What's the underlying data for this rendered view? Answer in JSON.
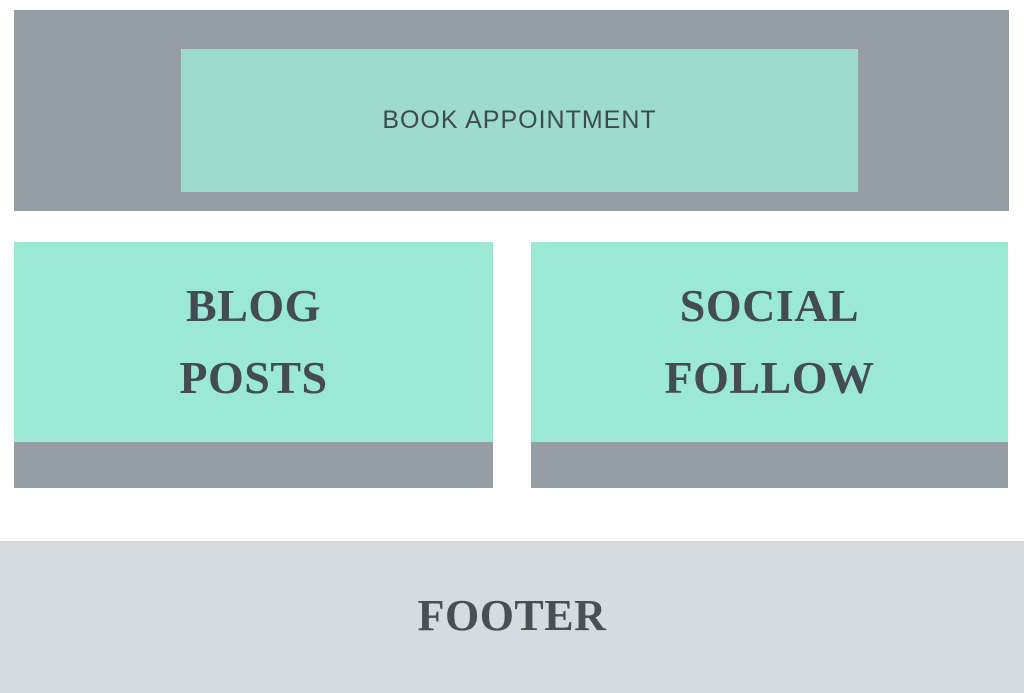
{
  "header": {
    "book_button_label": "BOOK APPOINTMENT"
  },
  "cards": [
    {
      "lines": [
        "BLOG",
        "POSTS"
      ]
    },
    {
      "lines": [
        "SOCIAL",
        "FOLLOW"
      ]
    }
  ],
  "footer": {
    "label": "FOOTER"
  },
  "colors": {
    "block_gray": "#959da5",
    "mint": "#9be8d5",
    "mint_muted": "#9ddbcc",
    "footer_gray": "#d6dbdf",
    "text_dark": "#434c52"
  }
}
